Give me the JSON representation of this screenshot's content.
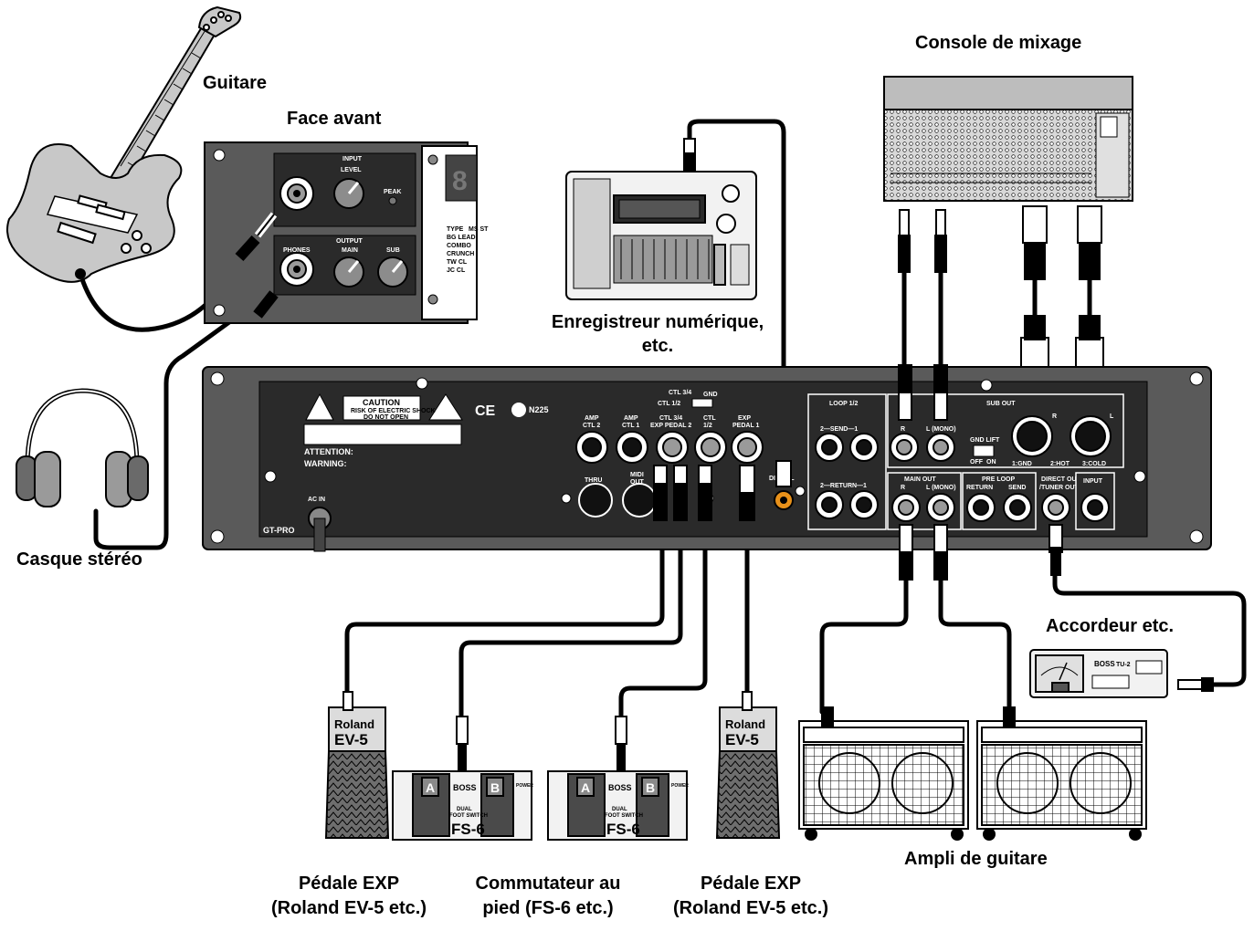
{
  "labels": {
    "guitar": "Guitare",
    "front_panel": "Face avant",
    "headphones": "Casque stéréo",
    "recorder_line1": "Enregistreur numérique,",
    "recorder_line2": "etc.",
    "mixer": "Console de mixage",
    "tuner": "Accordeur etc.",
    "amp": "Ampli de guitare",
    "exp_pedal_line1": "Pédale EXP",
    "exp_pedal_line2": "(Roland EV-5 etc.)",
    "footswitch_line1": "Commutateur au",
    "footswitch_line2": "pied (FS-6 etc.)",
    "exp_pedal2_line1": "Pédale EXP",
    "exp_pedal2_line2": "(Roland EV-5 etc.)"
  },
  "front_panel_text": {
    "input": "INPUT",
    "level": "LEVEL",
    "peak": "PEAK",
    "output": "OUTPUT",
    "phones": "PHONES",
    "main": "MAIN",
    "sub": "SUB",
    "type": "TYPE",
    "ms_st": "MS ST",
    "bg_lead": "BG LEAD",
    "combo": "COMBO",
    "crunch": "CRUNCH",
    "tw_cl": "TW CL",
    "jc_cl": "JC CL"
  },
  "rear_panel_text": {
    "caution": "CAUTION",
    "caution_sub1": "RISK OF ELECTRIC SHOCK",
    "caution_sub2": "DO NOT OPEN",
    "attention": "ATTENTION:",
    "warning": "WARNING:",
    "ce": "CE",
    "n225": "N225",
    "amp_ctl2_a": "AMP",
    "amp_ctl2_b": "CTL 2",
    "amp_ctl1_a": "AMP",
    "amp_ctl1_b": "CTL 1",
    "ctl34_a": "CTL 3/4",
    "ctl34_b": "EXP PEDAL 2",
    "ctl12_a": "CTL",
    "ctl12_b": "1/2",
    "exp1_a": "EXP",
    "exp1_b": "PEDAL 1",
    "ctl_switch_a": "CTL 3/4",
    "ctl_switch_b": "CTL 1/2",
    "gnd": "GND",
    "thru": "THRU",
    "midi_out_a": "MIDI",
    "midi_out_b": "OUT",
    "digital": "DIGITAL",
    "ac_in": "AC IN",
    "model": "GT-PRO",
    "loop": "LOOP 1/2",
    "send": "2—SEND—1",
    "return": "2—RETURN—1",
    "sub_out": "SUB OUT",
    "r": "R",
    "l_mono": "L (MONO)",
    "gnd_lift": "GND LIFT",
    "off": "OFF",
    "on": "ON",
    "xlr_r": "R",
    "xlr_l": "L",
    "gnd_pin": "1:GND",
    "hot_pin": "2:HOT",
    "cold_pin": "3:COLD",
    "main_out": "MAIN OUT",
    "main_r": "R",
    "main_l": "L (MONO)",
    "pre_loop": "PRE LOOP",
    "pl_return": "RETURN",
    "pl_send": "SEND",
    "direct_out_a": "DIRECT OUT",
    "direct_out_b": "/TUNER OUT",
    "input": "INPUT"
  },
  "device_text": {
    "roland": "Roland",
    "ev5": "EV-5",
    "boss": "BOSS",
    "fs6": "FS-6",
    "dual": "DUAL",
    "foot_switch": "FOOT SWITCH",
    "a": "A",
    "b": "B",
    "power": "POWER",
    "tuner_boss": "BOSS",
    "tuner_model": "TU-2"
  },
  "colors": {
    "ink": "#000000",
    "panel_gray": "#5a5a5a",
    "panel_dark": "#2a2a2a",
    "panel_light": "#8c8c8c",
    "guitar_body": "#c8c8c8",
    "rca_orange": "#e8911a"
  }
}
